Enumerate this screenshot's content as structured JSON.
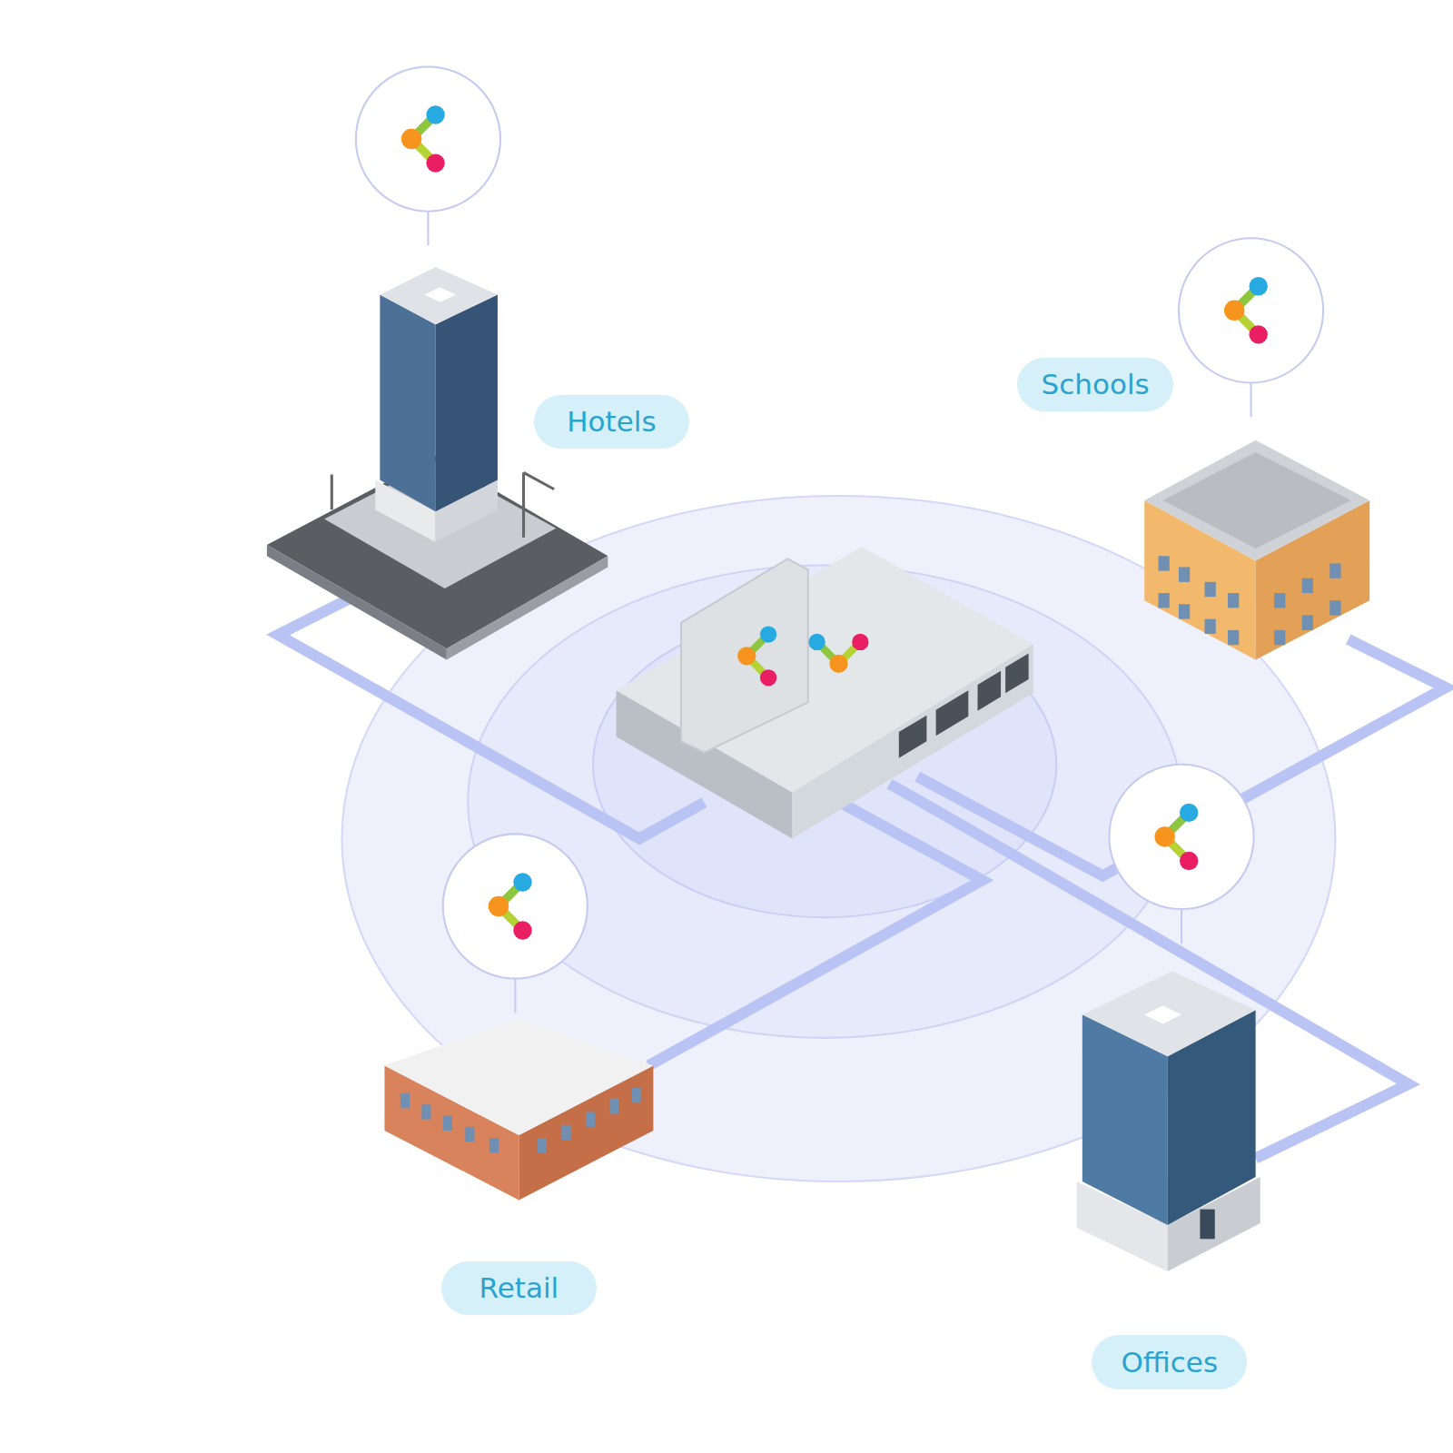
{
  "diagram": {
    "nodes": [
      {
        "text": [
          "Hotels"
        ]
      },
      {
        "text": [
          "Schools"
        ]
      },
      {
        "text": [
          "Retail"
        ]
      },
      {
        "text": [
          "Offices"
        ]
      }
    ]
  }
}
